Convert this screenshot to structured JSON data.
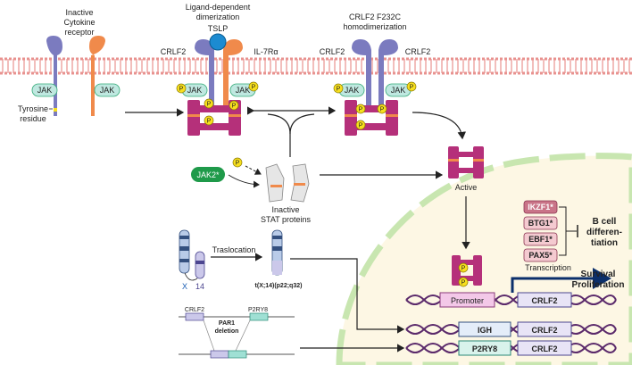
{
  "labels": {
    "inactive_receptor": [
      "Inactive",
      "Cytokine",
      "receptor"
    ],
    "ligand_dimerization": [
      "Ligand-dependent",
      "dimerization"
    ],
    "tslp": "TSLP",
    "crlf2_left": "CRLF2",
    "il7ra": "IL-7Rα",
    "homodimer": [
      "CRLF2 F232C",
      "homodimerization"
    ],
    "crlf2_hd_left": "CRLF2",
    "crlf2_hd_right": "CRLF2",
    "jak": "JAK",
    "p": "P",
    "tyrosine": [
      "Tyrosine",
      "residue"
    ],
    "jak2_mut": "JAK2*",
    "inactive_stat": [
      "Inactive",
      "STAT proteins"
    ],
    "active": "Active",
    "translocation": "Traslocation",
    "chr_x": "X",
    "chr_14": "14",
    "t_x14": "t(X;14)(p22;q32)",
    "crlf2_gene": "CRLF2",
    "p2ry8_gene": "P2RY8",
    "par1": [
      "PAR1",
      "deletion"
    ],
    "ikzf1": "IKZF1*",
    "btg1": "BTG1*",
    "ebf1": "EBF1*",
    "pax5": "PAX5*",
    "b_cell": [
      "B cell",
      "differen-",
      "tiation"
    ],
    "transcription": "Transcription",
    "survival": "Survival",
    "proliferation": "Proliferation",
    "promoter": "Promoter",
    "crlf2_box1": "CRLF2",
    "igh": "IGH",
    "crlf2_box2": "CRLF2",
    "p2ry8_box": "P2RY8",
    "crlf2_box3": "CRLF2"
  },
  "colors": {
    "receptor_purple": "#7b7bbf",
    "receptor_orange": "#f08a4b",
    "jak_fill": "#bfe8e0",
    "stat_magenta": "#b5307a",
    "phospho_yellow": "#f7df1e",
    "jak2_green": "#1f9a4a",
    "membrane": "#e8928f",
    "nucleus_bg": "#fdf7e4",
    "nucleus_edge": "#c8e6b0",
    "dna_purple": "#5b2a6b",
    "arrow_navy": "#0b2f6b"
  }
}
